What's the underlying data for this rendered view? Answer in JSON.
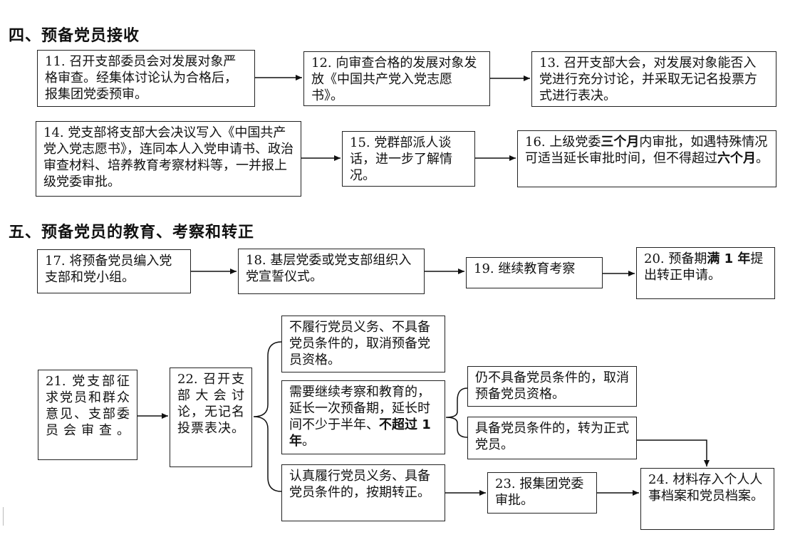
{
  "sections": [
    {
      "id": "s4",
      "title": "四、预备党员接收"
    },
    {
      "id": "s5",
      "title": "五、预备党员的教育、考察和转正"
    }
  ],
  "steps": {
    "s11": [
      {
        "t": "11. 召开支部委员会对发展对象严格审查。经集体讨论认为合格后，报集团党委预审。"
      }
    ],
    "s12": [
      {
        "t": "12. 向审查合格的发展对象发放《中国共产党入党志愿书》。"
      }
    ],
    "s13": [
      {
        "t": "13. 召开支部大会，对发展对象能否入党进行充分讨论，并采取无记名投票方式进行表决。"
      }
    ],
    "s14": [
      {
        "t": "14. 党支部将支部大会决议写入《中国共产党入党志愿书》，连同本人入党申请书、政治审查材料、培养教育考察材料等，一并报上级党委审批。"
      }
    ],
    "s15": [
      {
        "t": "15. 党群部派人谈话，进一步了解情况。"
      }
    ],
    "s16": [
      {
        "t": "16. 上级党委"
      },
      {
        "t": "三个月",
        "b": true
      },
      {
        "t": "内审批，如遇特殊情况可适当延长审批时间，但不得超过"
      },
      {
        "t": "六个月",
        "b": true
      },
      {
        "t": "。"
      }
    ],
    "s17": [
      {
        "t": "17. 将预备党员编入党支部和党小组。"
      }
    ],
    "s18": [
      {
        "t": "18. 基层党委或党支部组织入党宣誓仪式。"
      }
    ],
    "s19": [
      {
        "t": "19. 继续教育考察"
      }
    ],
    "s20": [
      {
        "t": "20. 预备期"
      },
      {
        "t": "满 1 年",
        "b": true
      },
      {
        "t": "提出转正申请。"
      }
    ],
    "s21": [
      {
        "t": "21. 党支部征求党员和群众意见、支部委员会审查。"
      }
    ],
    "s22": [
      {
        "t": "22. 召开支部大会讨论，无记名投票表决。"
      }
    ],
    "r1": [
      {
        "t": "不履行党员义务、不具备党员条件的，取消预备党员资格。"
      }
    ],
    "r2": [
      {
        "t": "需要继续考察和教育的，延长一次预备期，延长时间不少于半年、"
      },
      {
        "t": "不超过 1 年",
        "b": true
      },
      {
        "t": "。"
      }
    ],
    "r3": [
      {
        "t": "认真履行党员义务、具备党员条件的，按期转正。"
      }
    ],
    "r2a": [
      {
        "t": "仍不具备党员条件的，取消预备党员资格。"
      }
    ],
    "r2b": [
      {
        "t": "具备党员条件的，转为正式党员。"
      }
    ],
    "s23": [
      {
        "t": "23. 报集团党委审批。"
      }
    ],
    "s24": [
      {
        "t": "24. 材料存入个人人事档案和党员档案。"
      }
    ]
  }
}
